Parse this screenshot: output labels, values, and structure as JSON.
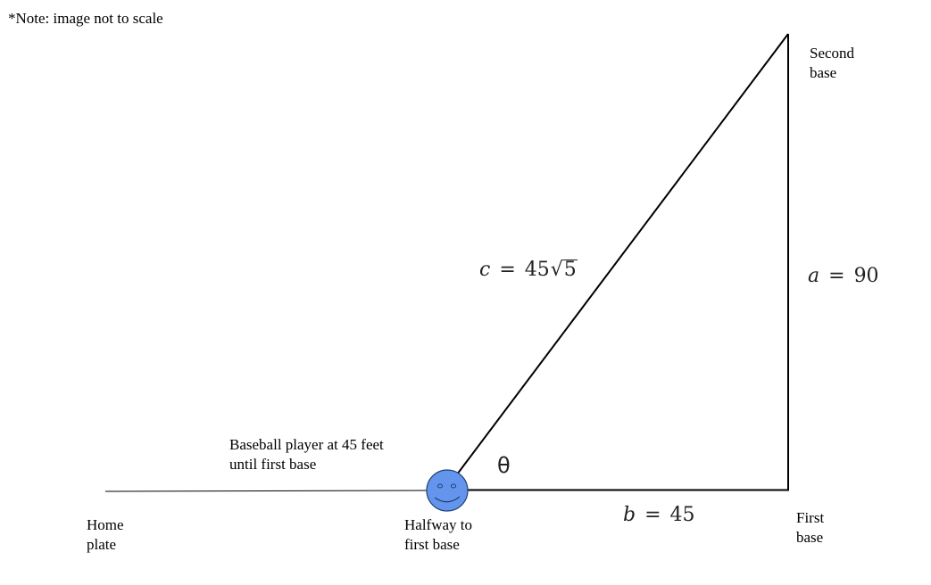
{
  "note": "*Note: image not to scale",
  "labels": {
    "second_base_line1": "Second",
    "second_base_line2": "base",
    "first_base_line1": "First",
    "first_base_line2": "base",
    "home_plate_line1": "Home",
    "home_plate_line2": "plate",
    "halfway_line1": "Halfway to",
    "halfway_line2": "first base",
    "player_line1": "Baseball player at 45 feet",
    "player_line2": "until first base"
  },
  "sides": {
    "c": {
      "var": "c",
      "eq": "=",
      "coef": "45",
      "radicand": "5"
    },
    "a": {
      "var": "a",
      "eq": "=",
      "value": "90"
    },
    "b": {
      "var": "b",
      "eq": "=",
      "value": "45"
    }
  },
  "angle": "θ",
  "colors": {
    "player_fill": "#6495ED",
    "player_stroke": "#1f3f73",
    "line": "#000000"
  },
  "icons": {
    "player": "smiley-face-icon"
  }
}
